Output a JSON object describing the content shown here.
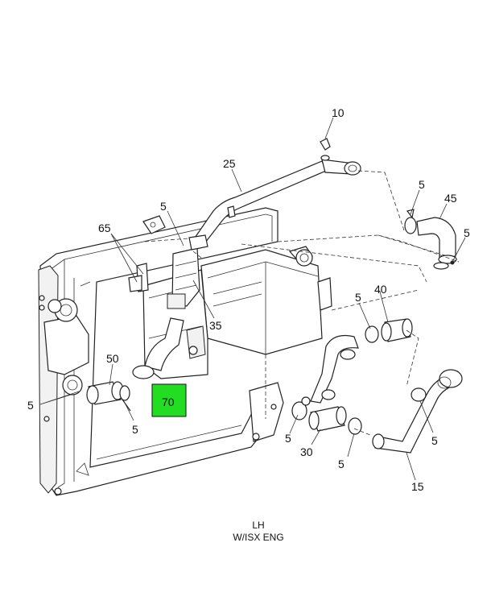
{
  "callouts": {
    "c10": "10",
    "c25": "25",
    "c5a": "5",
    "c45": "45",
    "c5b": "5",
    "c5c": "5",
    "c65": "65",
    "c40": "40",
    "c5d": "5",
    "c35": "35",
    "c50": "50",
    "c70": "70",
    "c5e": "5",
    "c5f": "5",
    "c5g": "5",
    "c5h": "5",
    "c30": "30",
    "c5i": "5",
    "c15": "15"
  },
  "highlight_color": "#22dd22",
  "caption": {
    "line1": "LH",
    "line2": "W/ISX ENG"
  }
}
